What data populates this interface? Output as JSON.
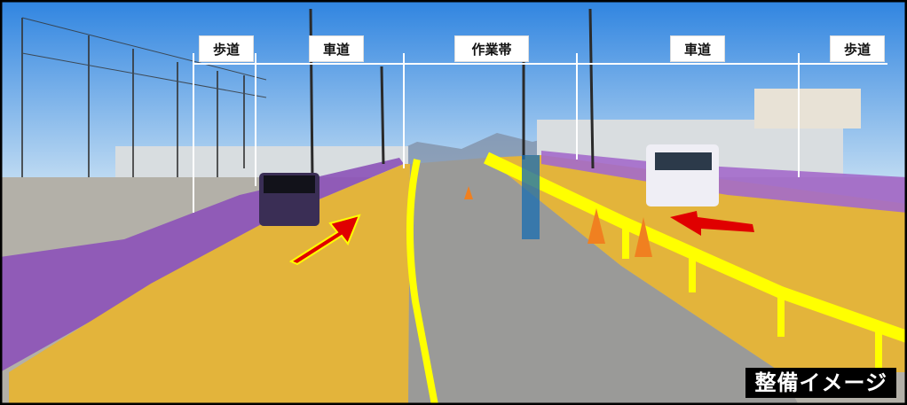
{
  "labels": {
    "sidewalk_left": "歩道",
    "roadway_left": "車道",
    "work_zone": "作業帯",
    "roadway_right": "車道",
    "sidewalk_right": "歩道"
  },
  "badge": "整備イメージ",
  "colors": {
    "sky": "#5fa8e8",
    "roadway": "#e3b43b",
    "sidewalk": "#8c52b8",
    "work_zone": "#9a9a98",
    "guardrail": "#ffff00",
    "arrow": "#e00000"
  }
}
